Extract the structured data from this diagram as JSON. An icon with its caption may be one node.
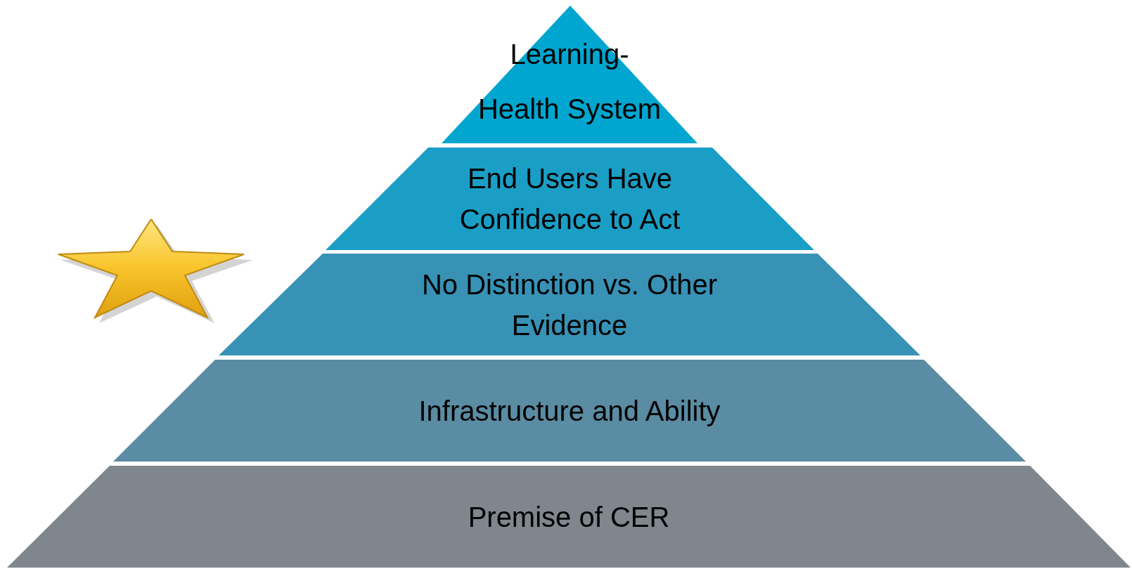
{
  "diagram": {
    "nodes": [
      {
        "text": [
          "Learning- Health System"
        ]
      },
      {
        "text": [
          "End Users Have Confidence to Act"
        ]
      },
      {
        "text": [
          "No Distinction vs. Other Evidence"
        ]
      },
      {
        "text": [
          "Infrastructure and Ability"
        ]
      },
      {
        "text": [
          "Premise of CER"
        ]
      }
    ]
  }
}
